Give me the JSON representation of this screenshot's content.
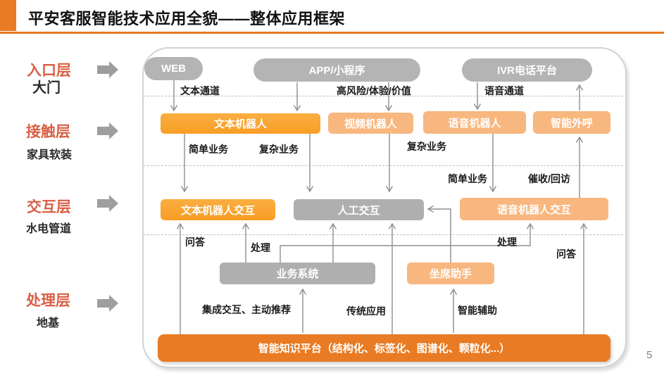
{
  "header": {
    "title": "平安客服智能技术应用全貌——整体应用框架",
    "page_number": "5"
  },
  "layers": [
    {
      "name": "入口层",
      "subtitle": "大门"
    },
    {
      "name": "接触层",
      "subtitle": "家具软装"
    },
    {
      "name": "交互层",
      "subtitle": "水电管道"
    },
    {
      "name": "处理层",
      "subtitle": "地基"
    }
  ],
  "nodes": {
    "web": "WEB",
    "app": "APP/小程序",
    "ivr": "IVR电话平台",
    "text_bot": "文本机器人",
    "video_bot": "视频机器人",
    "voice_bot": "语音机器人",
    "outbound_call": "智能外呼",
    "text_bot_interaction": "文本机器人交互",
    "manual_interaction": "人工交互",
    "voice_bot_interaction": "语音机器人交互",
    "business_system": "业务系统",
    "agent_assistant": "坐席助手",
    "knowledge_platform": "智能知识平台（结构化、标签化、图谱化、颗粒化...）"
  },
  "edge_labels": {
    "text_channel": "文本通道",
    "high_risk_experience_value": "高风险/体验/价值",
    "voice_channel": "语音通道",
    "simple_business_text": "简单业务",
    "complex_business_text": "复杂业务",
    "complex_business_video": "复杂业务",
    "simple_business_voice": "简单业务",
    "collection_callback": "催收/回访",
    "qa_left": "问答",
    "handle_left": "处理",
    "handle_right": "处理",
    "qa_right": "问答",
    "integrated_interaction": "集成交互、主动推荐",
    "traditional_application": "传统应用",
    "intelligent_assist": "智能辅助"
  },
  "colors": {
    "brand_orange": "#E87B23",
    "golden_orange": "#F9A432",
    "light_orange": "#F8B77E",
    "gray_node": "#B2B2B2",
    "layer_title_red": "#D95F45"
  }
}
